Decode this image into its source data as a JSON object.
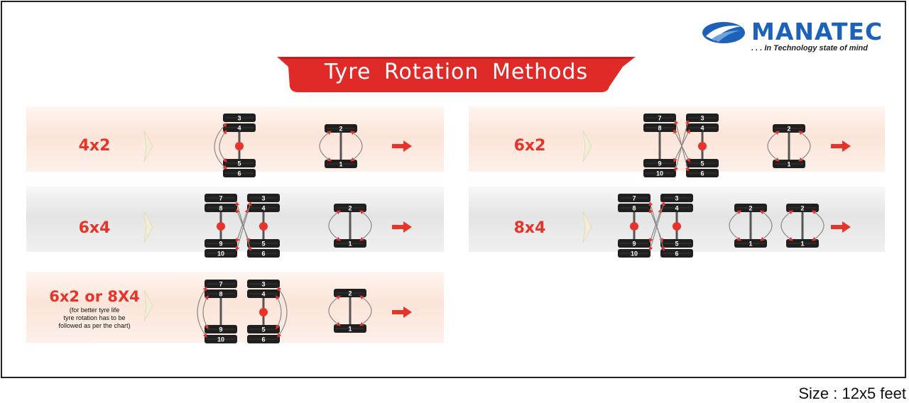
{
  "brand": {
    "name": "MANATEC",
    "tagline": ". . . In Technology state of mind",
    "color": "#1c62b8"
  },
  "title": "Tyre Rotation Methods",
  "size_note": "Size : 12x5 feet",
  "colors": {
    "accent": "#e8332a",
    "tyre": "#1f1f1f",
    "band_warm": "#fbe4d8",
    "band_cool": "#e4e4e4"
  },
  "methods": [
    {
      "label": "4x2",
      "tyres": {
        "3": "3",
        "4": "4",
        "5": "5",
        "6": "6",
        "1": "1",
        "2": "2"
      }
    },
    {
      "label": "6x4",
      "tyres": {
        "7": "7",
        "8": "8",
        "9": "9",
        "10": "10",
        "3": "3",
        "4": "4",
        "5": "5",
        "6": "6",
        "1": "1",
        "2": "2"
      }
    },
    {
      "label": "6x2 or 8X4",
      "note": [
        "(for better tyre life",
        "tyre rotation has to be",
        "followed as per the chart)"
      ],
      "tyres": {
        "7": "7",
        "8": "8",
        "9": "9",
        "10": "10",
        "3": "3",
        "4": "4",
        "5": "5",
        "6": "6",
        "1": "1",
        "2": "2"
      }
    },
    {
      "label": "6x2",
      "tyres": {
        "7": "7",
        "8": "8",
        "9": "9",
        "10": "10",
        "3": "3",
        "4": "4",
        "5": "5",
        "6": "6",
        "1": "1",
        "2": "2"
      }
    },
    {
      "label": "8x4",
      "tyres": {
        "7": "7",
        "8": "8",
        "9": "9",
        "10": "10",
        "3": "3",
        "4": "4",
        "5": "5",
        "6": "6",
        "1": "1",
        "2": "2",
        "1b": "1",
        "2b": "2"
      }
    }
  ]
}
